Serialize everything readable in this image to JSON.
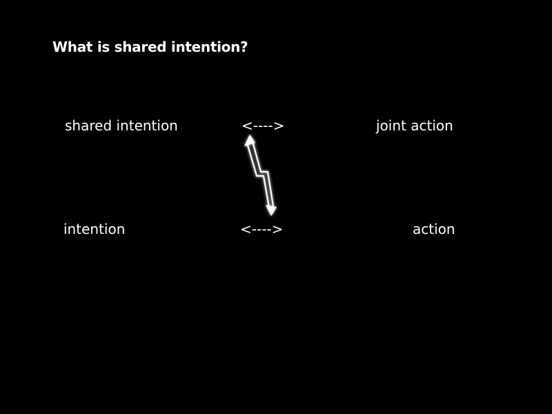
{
  "slide": {
    "title": "What is shared intention?",
    "top_row": {
      "left": "shared intention",
      "middle": "<---->",
      "right": "joint action"
    },
    "bottom_row": {
      "left": "intention",
      "middle": "<---->",
      "right": "action"
    },
    "connector_icon": "lightning-double-arrow-icon",
    "colors": {
      "background": "#000000",
      "text": "#ffffff"
    }
  }
}
